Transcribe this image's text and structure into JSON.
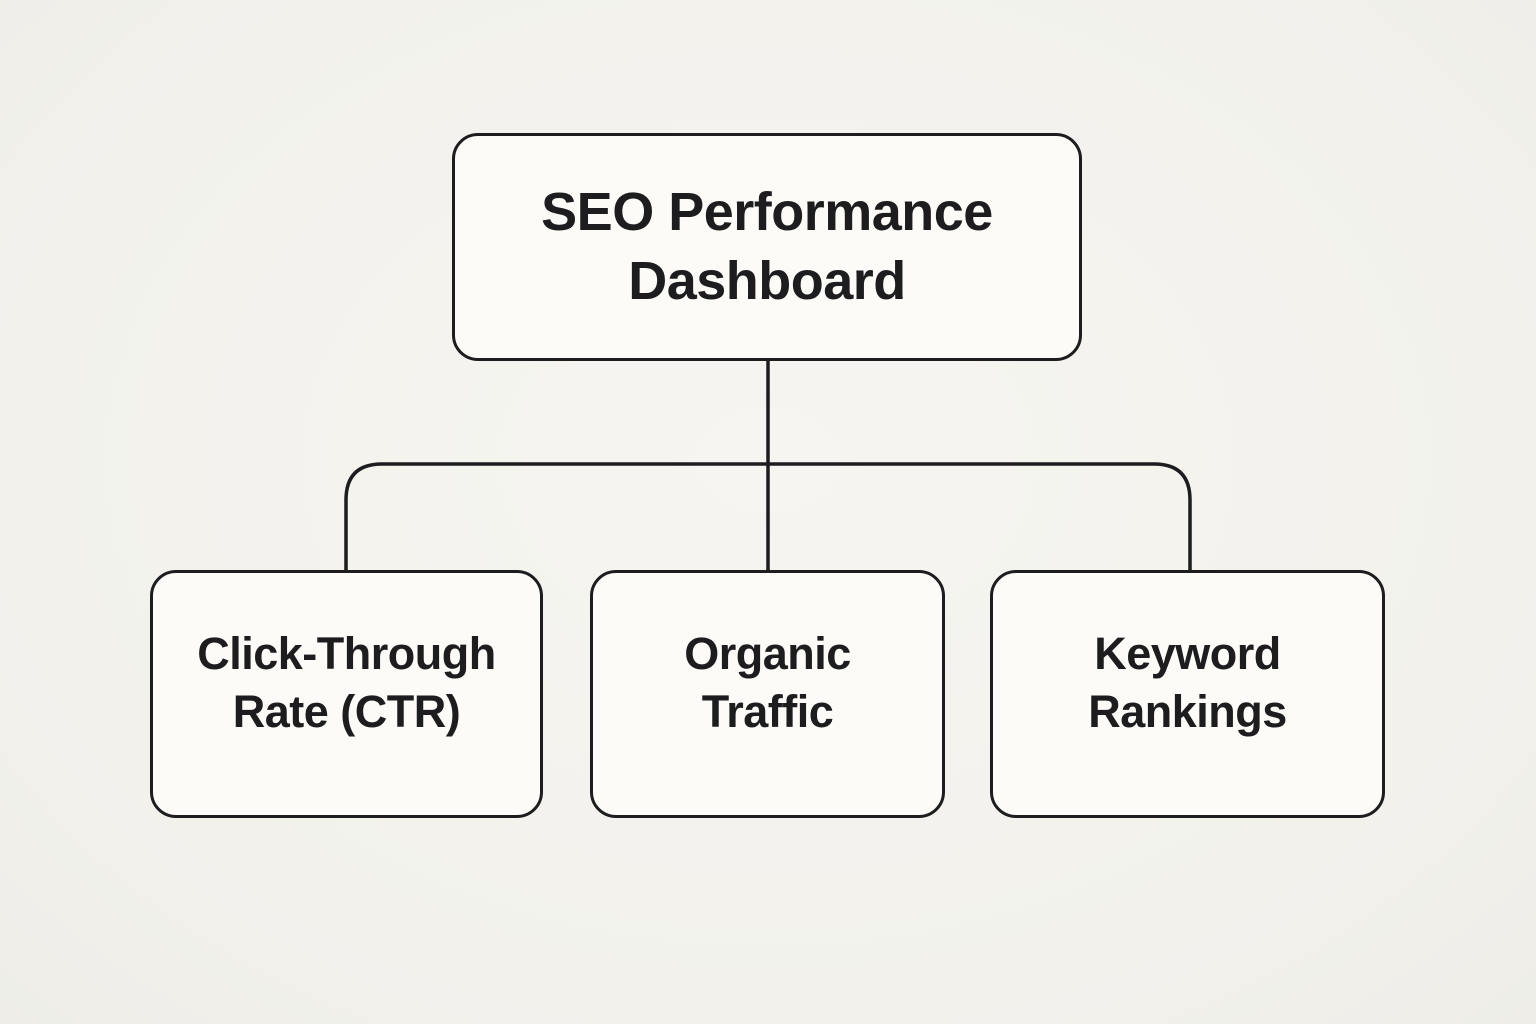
{
  "diagram": {
    "type": "flowchart",
    "root_node": {
      "label": "SEO Performance Dashboard"
    },
    "child_nodes": [
      {
        "label": "Click-Through Rate (CTR)"
      },
      {
        "label": "Organic Traffic"
      },
      {
        "label": "Keyword Rankings"
      }
    ],
    "colors": {
      "background": "#f2f1ec",
      "node_fill": "#fcfbf8",
      "stroke": "#1d1d1f",
      "text": "#1d1d1f"
    }
  }
}
